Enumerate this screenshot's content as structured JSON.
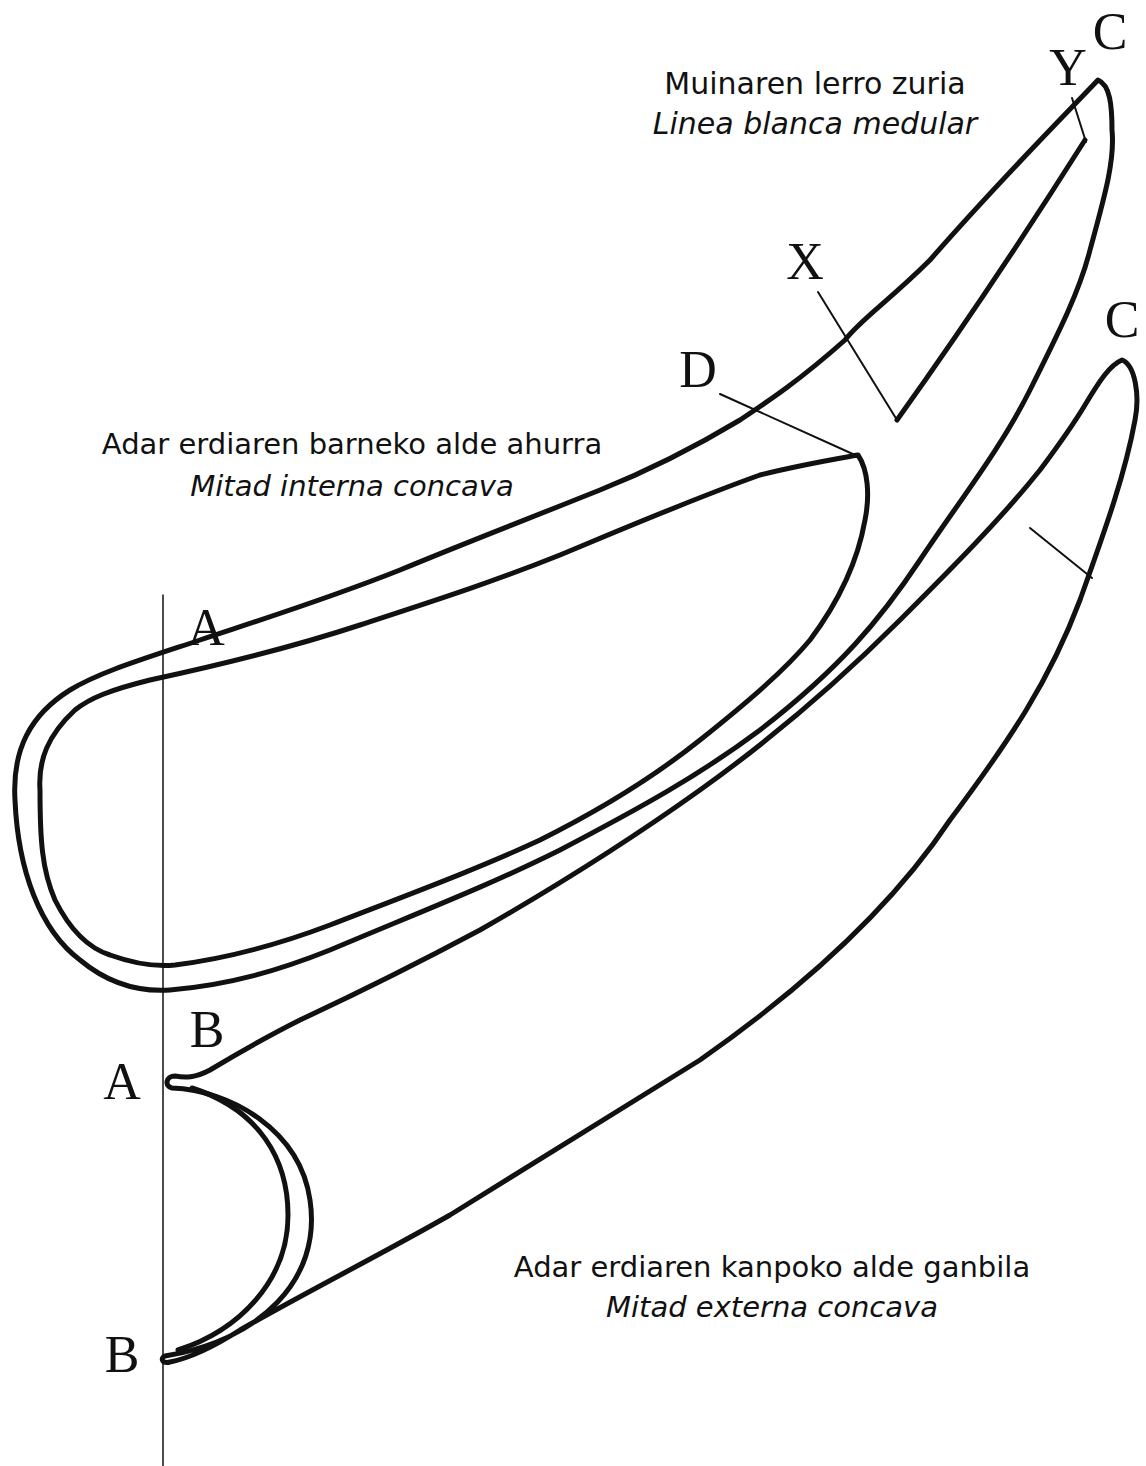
{
  "diagram": {
    "labels": [
      "Muinaren lerro zuria",
      "Linea blanca medular",
      "Y",
      "C",
      "X",
      "C",
      "D",
      "Adar erdiaren barneko alde ahurra",
      "Mitad interna concava",
      "A",
      "B",
      "A",
      "Adar erdiaren kanpoko alde ganbila",
      "Mitad externa concava",
      "B"
    ]
  }
}
